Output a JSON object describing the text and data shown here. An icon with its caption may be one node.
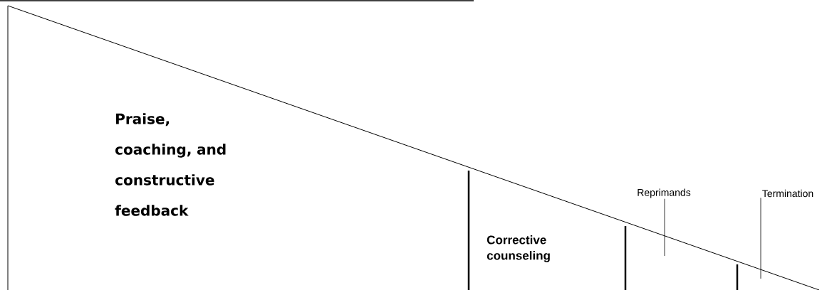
{
  "diagram": {
    "nodes": [
      {
        "text": [
          "Praise, coaching, and constructive feedback"
        ]
      },
      {
        "text": [
          "Corrective counseling"
        ]
      },
      {
        "text": [
          "Reprimands"
        ]
      },
      {
        "text": [
          "Termination"
        ]
      }
    ],
    "edges": [
      {
        "from": 2,
        "to": null,
        "arrow": "none"
      },
      {
        "from": 3,
        "to": null,
        "arrow": "none"
      }
    ]
  }
}
